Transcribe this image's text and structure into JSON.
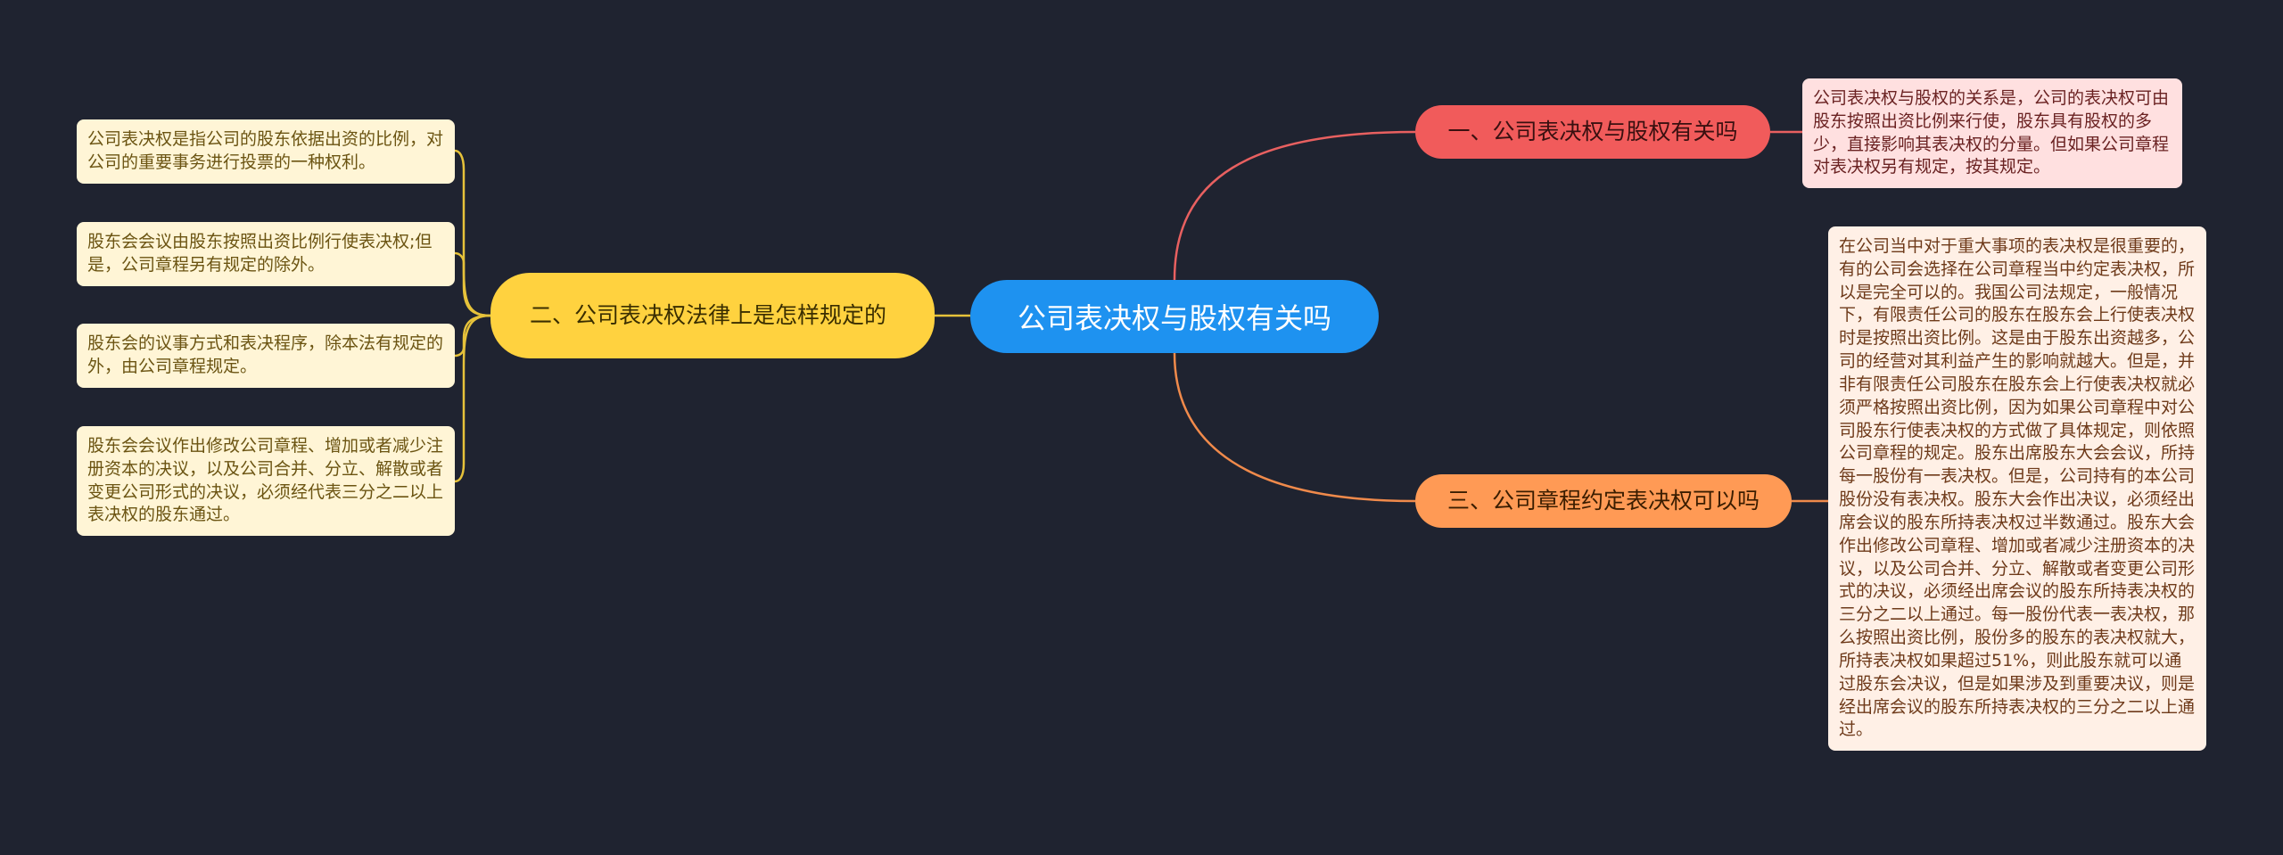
{
  "root": {
    "label": "公司表决权与股权有关吗"
  },
  "branches": [
    {
      "label": "一、公司表决权与股权有关吗",
      "color": "#f15b5b",
      "leaves": [
        "公司表决权与股权的关系是，公司的表决权可由股东按照出资比例来行使，股东具有股权的多少，直接影响其表决权的分量。但如果公司章程对表决权另有规定，按其规定。"
      ]
    },
    {
      "label": "二、公司表决权法律上是怎样规定的",
      "color": "#ffd23f",
      "leaves": [
        "公司表决权是指公司的股东依据出资的比例，对公司的重要事务进行投票的一种权利。",
        "股东会会议由股东按照出资比例行使表决权;但是，公司章程另有规定的除外。",
        "股东会的议事方式和表决程序，除本法有规定的外，由公司章程规定。",
        "股东会会议作出修改公司章程、增加或者减少注册资本的决议，以及公司合并、分立、解散或者变更公司形式的决议，必须经代表三分之二以上表决权的股东通过。"
      ]
    },
    {
      "label": "三、公司章程约定表决权可以吗",
      "color": "#ff9a55",
      "leaves": [
        "在公司当中对于重大事项的表决权是很重要的，有的公司会选择在公司章程当中约定表决权，所以是完全可以的。我国公司法规定，一般情况下，有限责任公司的股东在股东会上行使表决权时是按照出资比例。这是由于股东出资越多，公司的经营对其利益产生的影响就越大。但是，并非有限责任公司股东在股东会上行使表决权就必须严格按照出资比例，因为如果公司章程中对公司股东行使表决权的方式做了具体规定，则依照公司章程的规定。股东出席股东大会会议，所持每一股份有一表决权。但是，公司持有的本公司股份没有表决权。股东大会作出决议，必须经出席会议的股东所持表决权过半数通过。股东大会作出修改公司章程、增加或者减少注册资本的决议，以及公司合并、分立、解散或者变更公司形式的决议，必须经出席会议的股东所持表决权的三分之二以上通过。每一股份代表一表决权，那么按照出资比例，股份多的股东的表决权就大，所持表决权如果超过51%，则此股东就可以通过股东会决议，但是如果涉及到重要决议，则是经出席会议的股东所持表决权的三分之二以上通过。"
      ]
    }
  ],
  "colors": {
    "background": "#1f2330",
    "root": "#1e92f0",
    "link_yellow": "#e6c23a",
    "link_red": "#e86060",
    "link_orange": "#f08a4b"
  }
}
